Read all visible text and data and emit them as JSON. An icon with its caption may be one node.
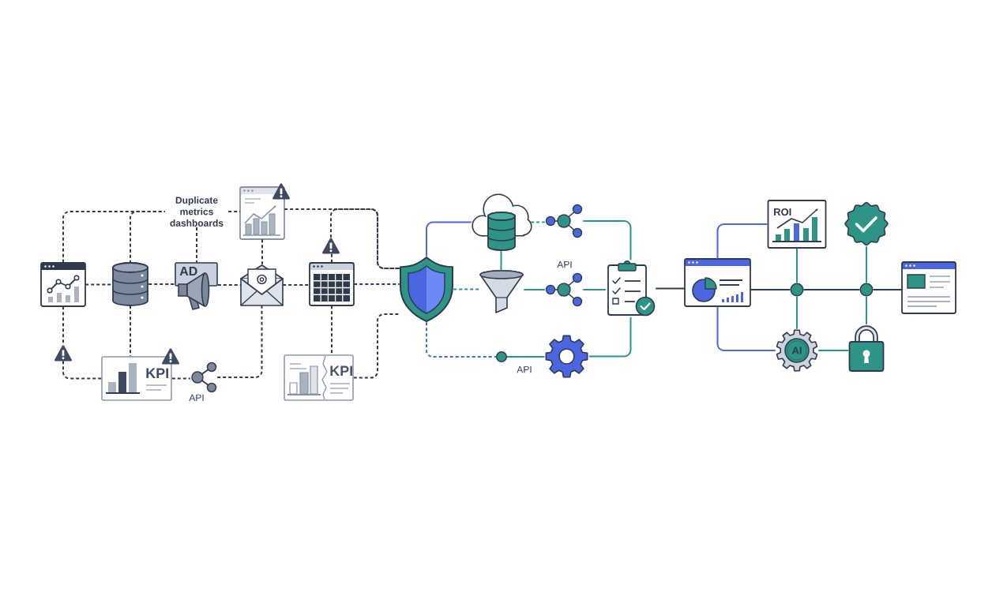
{
  "diagram": {
    "nodes": [
      {
        "text": [],
        "shape": "picture"
      },
      {
        "text": [],
        "shape": "cylinder"
      },
      {
        "text": [
          "AD"
        ]
      },
      {
        "text": [],
        "shape": "picture"
      },
      {
        "text": [],
        "shape": "picture"
      },
      {
        "text": [
          "Duplicate metrics dashboards"
        ]
      },
      {
        "text": [],
        "shape": "picture"
      },
      {
        "text": [],
        "shape": "triangle"
      },
      {
        "text": [],
        "shape": "triangle"
      },
      {
        "text": [
          "KPI"
        ]
      },
      {
        "text": [],
        "shape": "picture",
        "beside": [
          "API"
        ]
      },
      {
        "text": [
          "KPI"
        ]
      },
      {
        "text": [],
        "shape": "picture"
      },
      {
        "text": [],
        "shape": "picture"
      },
      {
        "text": [],
        "shape": "picture"
      },
      {
        "text": [],
        "shape": "picture"
      },
      {
        "text": [],
        "shape": "picture"
      },
      {
        "text": [],
        "shape": "circle"
      },
      {
        "text": [],
        "shape": "picture"
      },
      {
        "text": [],
        "shape": "picture"
      },
      {
        "text": [],
        "shape": "picture"
      },
      {
        "text": [
          "ROI"
        ]
      },
      {
        "text": [],
        "shape": "picture"
      },
      {
        "text": [],
        "shape": "circle"
      },
      {
        "text": [],
        "shape": "circle"
      },
      {
        "text": [],
        "shape": "picture"
      },
      {
        "text": [
          "AI"
        ]
      },
      {
        "text": [],
        "shape": "picture"
      }
    ],
    "edges": [
      {
        "from": 0,
        "to": 1,
        "arrow": "none",
        "style": "dashed"
      },
      {
        "from": 1,
        "to": 2,
        "arrow": "none",
        "style": "dashed"
      },
      {
        "from": 2,
        "to": 3,
        "arrow": "none",
        "style": "dashed"
      },
      {
        "from": 3,
        "to": 4,
        "arrow": "none",
        "style": "dashed"
      },
      {
        "from": 4,
        "to": 12,
        "arrow": "none",
        "style": "dashed"
      },
      {
        "from": 0,
        "to": 5,
        "arrow": "none",
        "style": "dashed"
      },
      {
        "from": 1,
        "to": 5,
        "arrow": "none",
        "style": "dashed"
      },
      {
        "from": 5,
        "to": 6,
        "arrow": "none",
        "style": "dashed"
      },
      {
        "from": 5,
        "to": 2,
        "arrow": "none",
        "style": "dashed"
      },
      {
        "from": 6,
        "to": 3,
        "arrow": "none",
        "style": "dashed"
      },
      {
        "from": 6,
        "to": 12,
        "arrow": "none",
        "style": "dashed"
      },
      {
        "from": 4,
        "to": 7,
        "arrow": "none",
        "style": "dashed"
      },
      {
        "from": 7,
        "to": 12,
        "arrow": "none",
        "style": "dashed"
      },
      {
        "from": 0,
        "to": 8,
        "arrow": "none",
        "style": "dashed"
      },
      {
        "from": 8,
        "to": 9,
        "arrow": "none",
        "style": "dashed"
      },
      {
        "from": 1,
        "to": 9,
        "arrow": "none",
        "style": "dashed"
      },
      {
        "from": 9,
        "to": 10,
        "arrow": "none",
        "style": "dashed"
      },
      {
        "from": 10,
        "to": 3,
        "arrow": "none",
        "style": "dashed"
      },
      {
        "from": 4,
        "to": 11,
        "arrow": "none",
        "style": "dashed"
      },
      {
        "from": 11,
        "to": 12,
        "arrow": "none",
        "style": "dashed"
      },
      {
        "from": 12,
        "to": 13,
        "arrow": "none",
        "color": "#4a66e0"
      },
      {
        "from": 12,
        "to": 14,
        "arrow": "none",
        "style": "dashed",
        "color": "#2e9486"
      },
      {
        "from": 12,
        "to": 17,
        "arrow": "none",
        "style": "dashed",
        "color": "#4a66e0"
      },
      {
        "from": 13,
        "to": 14,
        "arrow": "none",
        "color": "#2e9486"
      },
      {
        "from": 13,
        "to": 15,
        "arrow": "none",
        "style": "dashed",
        "color": "#2e9486"
      },
      {
        "from": 14,
        "to": 16,
        "arrow": "none",
        "color": "#2e9486"
      },
      {
        "from": 15,
        "to": 19,
        "arrow": "none",
        "color": "#2e9486"
      },
      {
        "from": 16,
        "to": 19,
        "arrow": "none",
        "color": "#2e9486"
      },
      {
        "from": 17,
        "to": 18,
        "arrow": "none",
        "color": "#2e9486"
      },
      {
        "from": 18,
        "to": 19,
        "arrow": "none",
        "color": "#2e9486"
      },
      {
        "from": 19,
        "to": 20,
        "arrow": "none"
      },
      {
        "from": 20,
        "to": 21,
        "arrow": "none",
        "color": "#4a66e0"
      },
      {
        "from": 20,
        "to": 26,
        "arrow": "none",
        "color": "#4a66e0"
      },
      {
        "from": 20,
        "to": 23,
        "arrow": "none"
      },
      {
        "from": 23,
        "to": 24,
        "arrow": "none"
      },
      {
        "from": 24,
        "to": 25,
        "arrow": "none"
      },
      {
        "from": 21,
        "to": 23,
        "arrow": "none",
        "color": "#2e9486"
      },
      {
        "from": 23,
        "to": 26,
        "arrow": "none",
        "color": "#2e9486"
      },
      {
        "from": 22,
        "to": 24,
        "arrow": "none",
        "color": "#2e9486"
      },
      {
        "from": 24,
        "to": 27,
        "arrow": "none",
        "color": "#2e9486"
      },
      {
        "from": 26,
        "to": 27,
        "arrow": "none",
        "color": "#2e9486"
      }
    ],
    "labels": [
      "API",
      "API"
    ]
  }
}
